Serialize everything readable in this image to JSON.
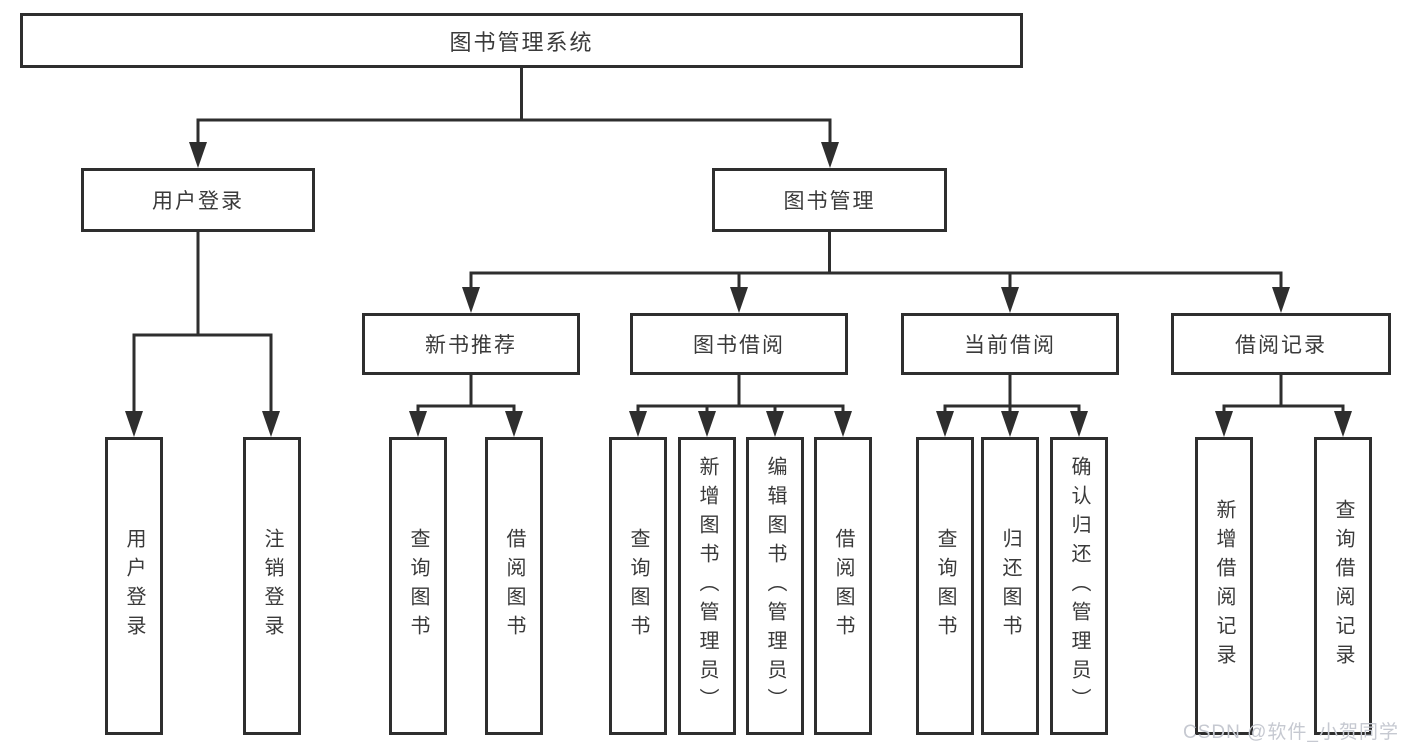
{
  "tree": {
    "label": "图书管理系统",
    "children": [
      {
        "label": "用户登录",
        "children": [
          {
            "label": "用户登录"
          },
          {
            "label": "注销登录"
          }
        ]
      },
      {
        "label": "图书管理",
        "children": [
          {
            "label": "新书推荐",
            "children": [
              {
                "label": "查询图书"
              },
              {
                "label": "借阅图书"
              }
            ]
          },
          {
            "label": "图书借阅",
            "children": [
              {
                "label": "查询图书"
              },
              {
                "label": "新增图书（管理员）"
              },
              {
                "label": "编辑图书（管理员）"
              },
              {
                "label": "借阅图书"
              }
            ]
          },
          {
            "label": "当前借阅",
            "children": [
              {
                "label": "查询图书"
              },
              {
                "label": "归还图书"
              },
              {
                "label": "确认归还（管理员）"
              }
            ]
          },
          {
            "label": "借阅记录",
            "children": [
              {
                "label": "新增借阅记录"
              },
              {
                "label": "查询借阅记录"
              }
            ]
          }
        ]
      }
    ]
  },
  "watermark": {
    "text": "CSDN @软件_小贺同学"
  },
  "colors": {
    "line": "#2e2e2e",
    "box_border": "#2e2e2e",
    "text": "#3a3a3a",
    "watermark": "#c6c9d1",
    "background": "#ffffff"
  }
}
